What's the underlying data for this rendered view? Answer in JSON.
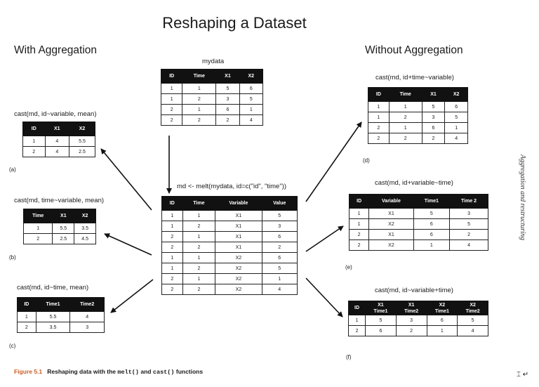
{
  "title": "Reshaping a Dataset",
  "left_heading": "With Aggregation",
  "right_heading": "Without Aggregation",
  "side_text": "Aggregation and restructuring",
  "figure": {
    "number": "Figure 5.1",
    "caption_a": "Reshaping data with the",
    "fn1": "melt()",
    "caption_and": "and",
    "fn2": "cast()",
    "caption_b": "functions"
  },
  "mydata": {
    "caption": "mydata",
    "headers": [
      "ID",
      "Time",
      "X1",
      "X2"
    ],
    "rows": [
      [
        "1",
        "1",
        "5",
        "6"
      ],
      [
        "1",
        "2",
        "3",
        "5"
      ],
      [
        "2",
        "1",
        "6",
        "1"
      ],
      [
        "2",
        "2",
        "2",
        "4"
      ]
    ]
  },
  "melt": {
    "caption": "md <- melt(mydata, id=c(\"id\", \"time\"))",
    "headers": [
      "ID",
      "Time",
      "Variable",
      "Value"
    ],
    "rows": [
      [
        "1",
        "1",
        "X1",
        "5"
      ],
      [
        "1",
        "2",
        "X1",
        "3"
      ],
      [
        "2",
        "1",
        "X1",
        "6"
      ],
      [
        "2",
        "2",
        "X1",
        "2"
      ],
      [
        "1",
        "1",
        "X2",
        "6"
      ],
      [
        "1",
        "2",
        "X2",
        "5"
      ],
      [
        "2",
        "1",
        "X2",
        "1"
      ],
      [
        "2",
        "2",
        "X2",
        "4"
      ]
    ]
  },
  "a": {
    "caption": "cast(md, id~variable, mean)",
    "label": "(a)",
    "headers": [
      "ID",
      "X1",
      "X2"
    ],
    "rows": [
      [
        "1",
        "4",
        "5.5"
      ],
      [
        "2",
        "4",
        "2.5"
      ]
    ]
  },
  "b": {
    "caption": "cast(md, time~variable, mean)",
    "label": "(b)",
    "headers": [
      "Time",
      "X1",
      "X2"
    ],
    "rows": [
      [
        "1",
        "5.5",
        "3.5"
      ],
      [
        "2",
        "2.5",
        "4.5"
      ]
    ]
  },
  "c": {
    "caption": "cast(md, id~time, mean)",
    "label": "(c)",
    "headers": [
      "ID",
      "Time1",
      "Time2"
    ],
    "rows": [
      [
        "1",
        "5.5",
        "4"
      ],
      [
        "2",
        "3.5",
        "3"
      ]
    ]
  },
  "d": {
    "caption": "cast(md, id+time~variable)",
    "label": "(d)",
    "headers": [
      "ID",
      "Time",
      "X1",
      "X2"
    ],
    "rows": [
      [
        "1",
        "1",
        "5",
        "6"
      ],
      [
        "1",
        "2",
        "3",
        "5"
      ],
      [
        "2",
        "1",
        "6",
        "1"
      ],
      [
        "2",
        "2",
        "2",
        "4"
      ]
    ]
  },
  "e": {
    "caption": "cast(md, id+variable~time)",
    "label": "(e)",
    "headers": [
      "ID",
      "Variable",
      "Time1",
      "Time 2"
    ],
    "rows": [
      [
        "1",
        "X1",
        "5",
        "3"
      ],
      [
        "1",
        "X2",
        "6",
        "5"
      ],
      [
        "2",
        "X1",
        "6",
        "2"
      ],
      [
        "2",
        "X2",
        "1",
        "4"
      ]
    ]
  },
  "f": {
    "caption": "cast(md, id~variable+time)",
    "label": "(f)",
    "headers": [
      "ID",
      "X1\nTime1",
      "X1\nTime2",
      "X2\nTime1",
      "X2\nTime2"
    ],
    "rows": [
      [
        "1",
        "5",
        "3",
        "6",
        "5"
      ],
      [
        "2",
        "6",
        "2",
        "1",
        "4"
      ]
    ]
  },
  "footer_mark": "⌶ ↵"
}
